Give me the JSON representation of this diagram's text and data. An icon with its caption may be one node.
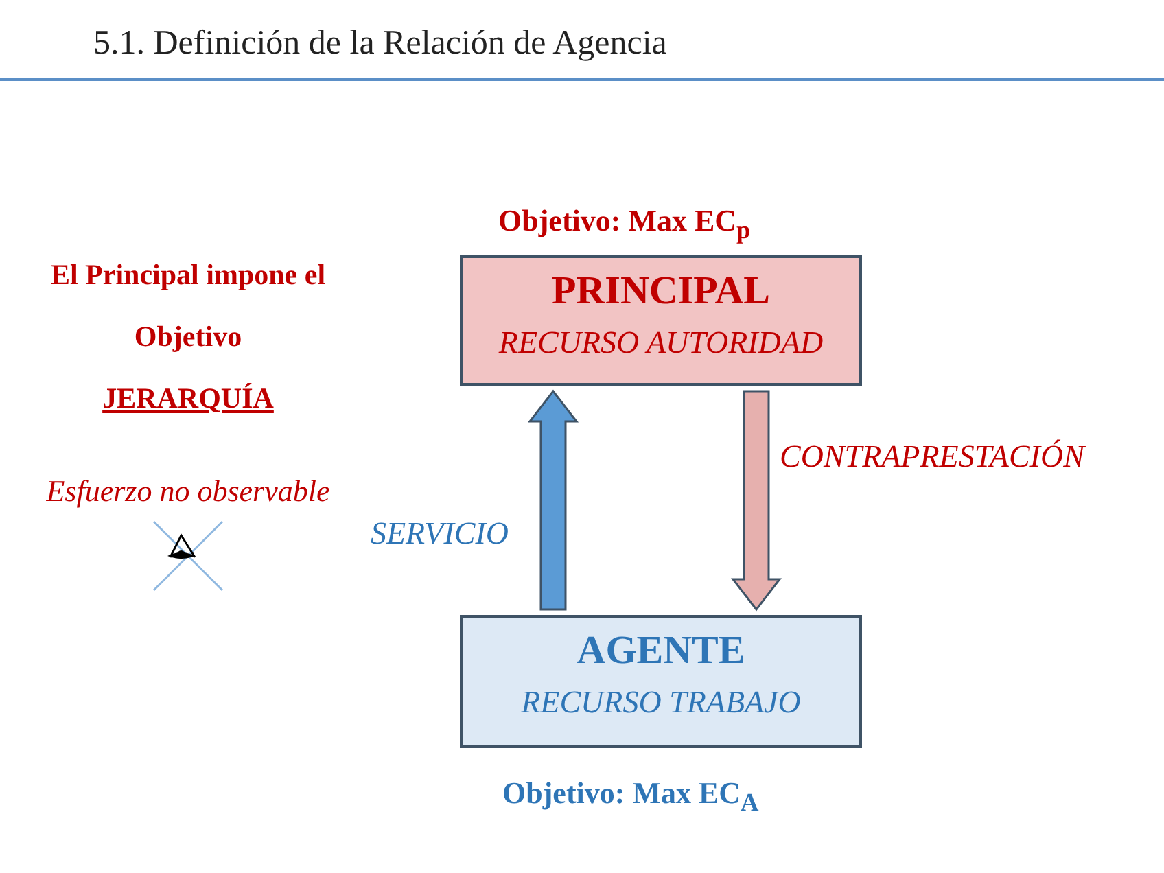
{
  "diagram": {
    "title": "5.1. Definición de la Relación de Agencia",
    "nodes": [
      {
        "text": [
          "PRINCIPAL",
          "RECURSO AUTORIDAD"
        ],
        "beside": [
          "Objetivo: Max EC$_{p}$"
        ]
      },
      {
        "text": [
          "AGENTE",
          "RECURSO TRABAJO"
        ],
        "beside": [
          "Objetivo: Max EC$_{A}$"
        ]
      }
    ],
    "edges": [
      {
        "from": 1,
        "to": 0,
        "arrow": "to",
        "label": "SERVICIO",
        "style": "thick",
        "color": "#5b9bd5"
      },
      {
        "from": 0,
        "to": 1,
        "arrow": "to",
        "label": "CONTRAPRESTACIÓN",
        "style": "thick",
        "color": "#e6b0ae"
      }
    ],
    "labels": [
      "El Principal impone el",
      "Objetivo",
      "JERARQUÍA",
      "Esfuerzo no observable"
    ]
  }
}
